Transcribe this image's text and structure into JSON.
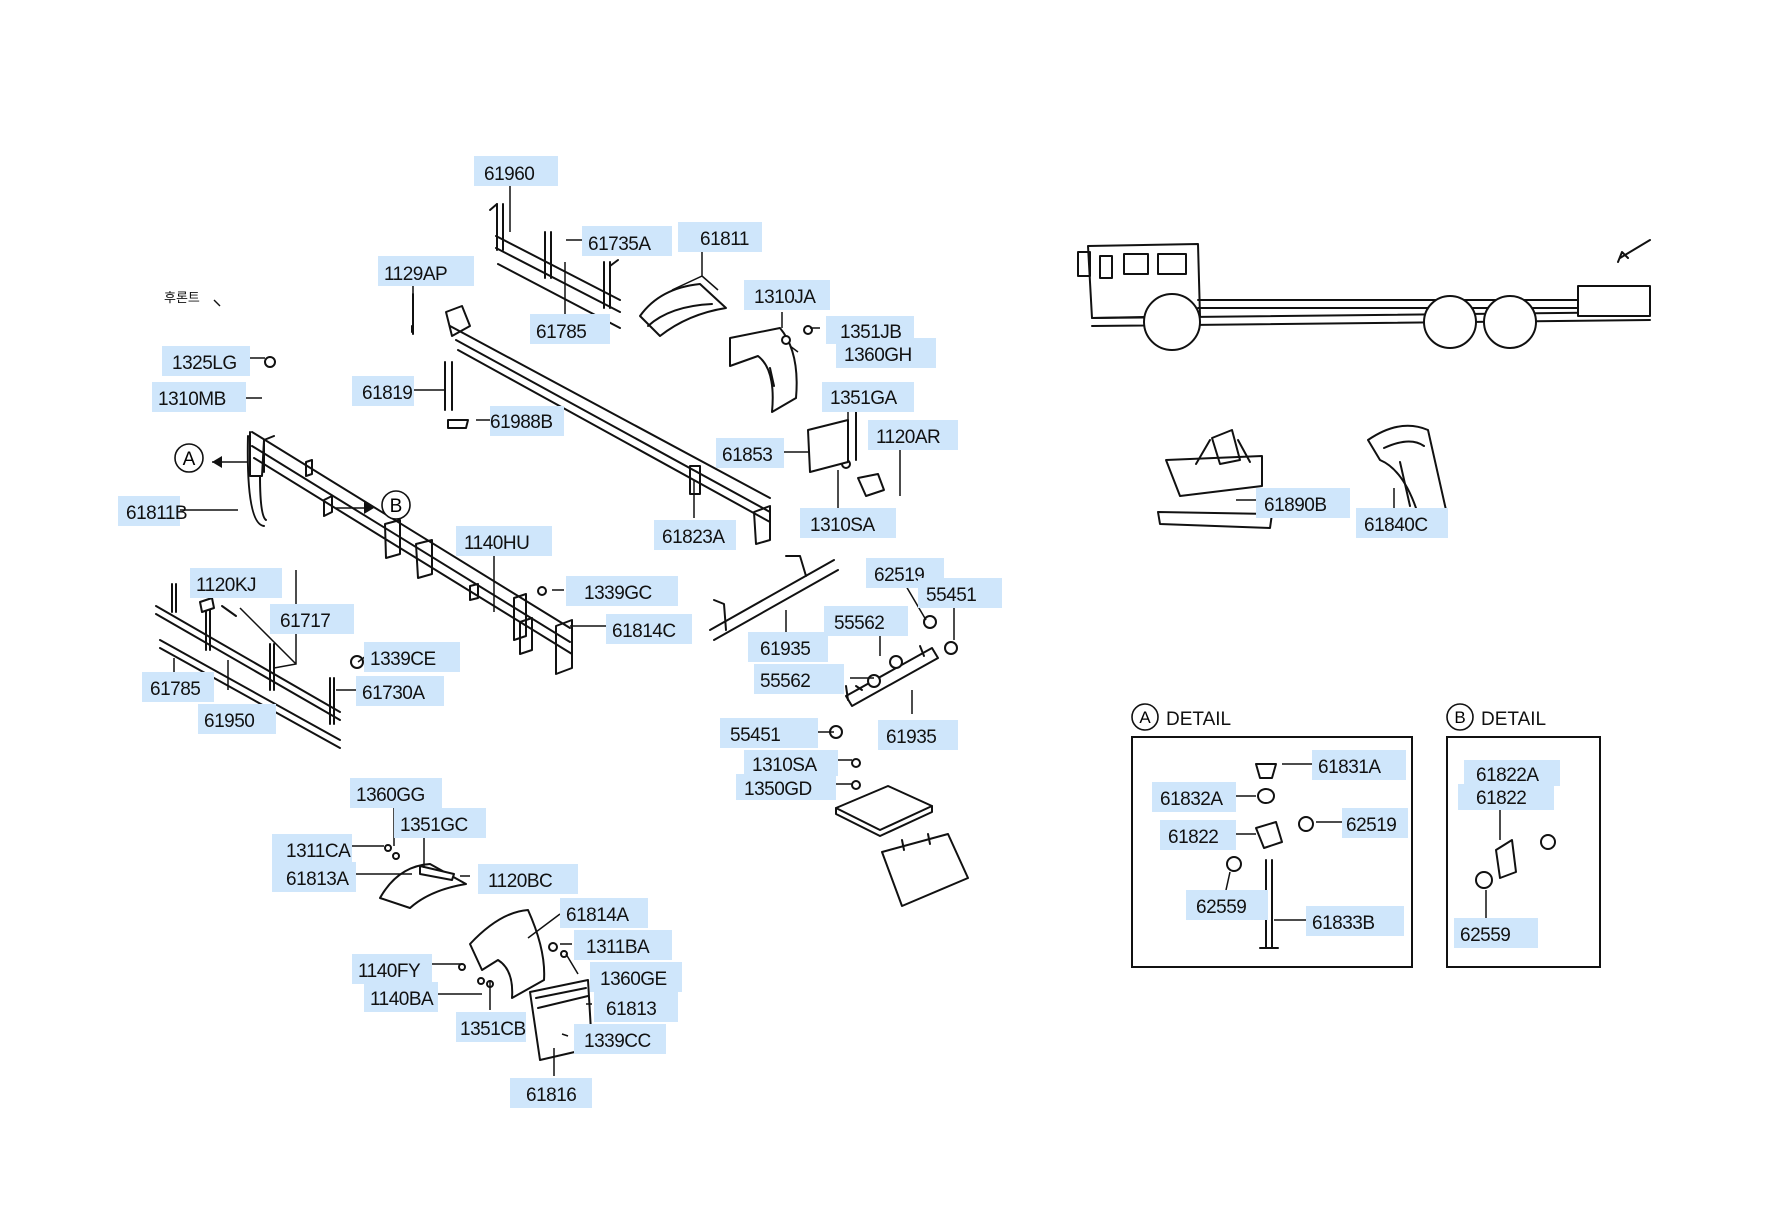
{
  "colors": {
    "label_highlight": "#cfe6fb",
    "line": "#111111",
    "background": "#ffffff"
  },
  "korean_note": "후론트",
  "callouts": {
    "a": "A",
    "b": "B"
  },
  "details": {
    "a_title": "DETAIL",
    "b_title": "DETAIL"
  },
  "labels": {
    "p61960": "61960",
    "p61735A": "61735A",
    "p61785_top": "61785",
    "p61811": "61811",
    "p1310JA": "1310JA",
    "p1351JB": "1351JB",
    "p1360GH": "1360GH",
    "p1129AP": "1129AP",
    "p1325LG": "1325LG",
    "p1310MB": "1310MB",
    "p61819": "61819",
    "p61988B": "61988B",
    "p1351GA": "1351GA",
    "p61853": "61853",
    "p1120AR": "1120AR",
    "p61811B": "61811B",
    "p61823A": "61823A",
    "p1310SA_mid": "1310SA",
    "p1140HU": "1140HU",
    "p1120KJ": "1120KJ",
    "p1339GC": "1339GC",
    "p61717": "61717",
    "p61814C": "61814C",
    "p1339CE": "1339CE",
    "p61785_left": "61785",
    "p61730A": "61730A",
    "p61950": "61950",
    "p61935_top": "61935",
    "p62519": "62519",
    "p55451_top": "55451",
    "p55562_top": "55562",
    "p55562_mid": "55562",
    "p61935_bot": "61935",
    "p55451_bot": "55451",
    "p1310SA_bot": "1310SA",
    "p1350GD": "1350GD",
    "p1360GG": "1360GG",
    "p1351GC": "1351GC",
    "p1311CA": "1311CA",
    "p61813A": "61813A",
    "p1120BC": "1120BC",
    "p61814A": "61814A",
    "p1311BA": "1311BA",
    "p1140FY": "1140FY",
    "p1360GE": "1360GE",
    "p1140BA": "1140BA",
    "p61813": "61813",
    "p1351CB": "1351CB",
    "p1339CC": "1339CC",
    "p61816": "61816",
    "p61890B": "61890B",
    "p61840C": "61840C",
    "dA_61831A": "61831A",
    "dA_61832A": "61832A",
    "dA_61822": "61822",
    "dA_62519": "62519",
    "dA_62559": "62559",
    "dA_61833B": "61833B",
    "dB_61822A": "61822A",
    "dB_61822": "61822",
    "dB_62559": "62559"
  }
}
